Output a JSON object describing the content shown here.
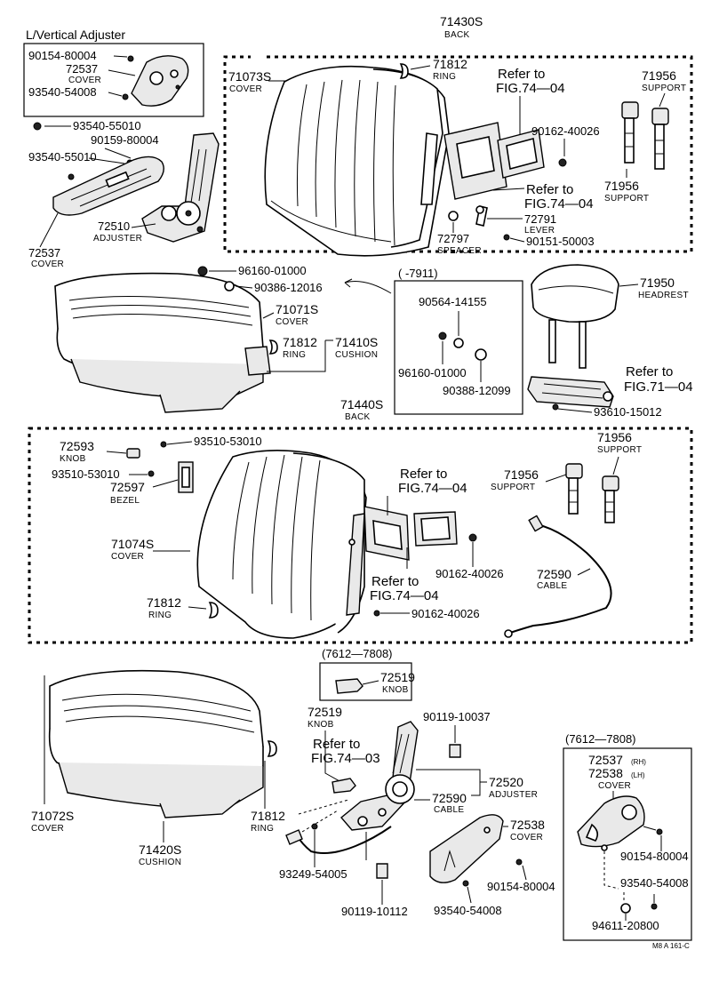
{
  "title_lv": "L/Vertical Adjuster",
  "labels": {
    "p71430s": "71430S",
    "p71430s_n": "BACK",
    "p90154_80004_a": "90154-80004",
    "p72537_a": "72537",
    "p72537_a_n": "COVER",
    "p93540_54008_a": "93540-54008",
    "p93540_55010_a": "93540-55010",
    "p90159_80004": "90159-80004",
    "p93540_55010_b": "93540-55010",
    "p72510": "72510",
    "p72510_n": "ADJUSTER",
    "p72537_b": "72537",
    "p72537_b_n": "COVER",
    "p71073s": "71073S",
    "p71073s_n": "COVER",
    "p71812_a": "71812",
    "p71812_a_n": "RING",
    "ref_74_04_a1": "Refer to",
    "ref_74_04_a2": "FIG.74—04",
    "p71956_a": "71956",
    "p71956_a_n": "SUPPORT",
    "p90162_40026_a": "90162-40026",
    "ref_74_04_b1": "Refer to",
    "ref_74_04_b2": "FIG.74—04",
    "p71956_b": "71956",
    "p71956_b_n": "SUPPORT",
    "p72791": "72791",
    "p72791_n": "LEVER",
    "p72797": "72797",
    "p72797_n": "SPEACER",
    "p90151_50003": "90151-50003",
    "p96160_01000_a": "96160-01000",
    "p90386_12016": "90386-12016",
    "range_7911": "(    -7911)",
    "p90564_14155": "90564-14155",
    "p96160_01000_b": "96160-01000",
    "p90388_12099": "90388-12099",
    "p71071s": "71071S",
    "p71071s_n": "COVER",
    "p71812_b": "71812",
    "p71812_b_n": "RING",
    "p71410s": "71410S",
    "p71410s_n": "CUSHION",
    "p71950": "71950",
    "p71950_n": "HEADREST",
    "ref_71_04_1": "Refer to",
    "ref_71_04_2": "FIG.71—04",
    "p93610_15012": "93610-15012",
    "p71440s": "71440S",
    "p71440s_n": "BACK",
    "p72593": "72593",
    "p72593_n": "KNOB",
    "p93510_53010_a": "93510-53010",
    "p93510_53010_b": "93510-53010",
    "p72597": "72597",
    "p72597_n": "BEZEL",
    "ref_74_04_c1": "Refer to",
    "ref_74_04_c2": "FIG.74—04",
    "p71956_c": "71956",
    "p71956_c_n": "SUPPORT",
    "p71956_d": "71956",
    "p71956_d_n": "SUPPORT",
    "p71074s": "71074S",
    "p71074s_n": "COVER",
    "p90162_40026_b": "90162-40026",
    "p72590_a": "72590",
    "p72590_a_n": "CABLE",
    "ref_74_04_d1": "Refer to",
    "ref_74_04_d2": "FIG.74—04",
    "p71812_c": "71812",
    "p71812_c_n": "RING",
    "p90162_40026_c": "90162-40026",
    "range_7612_a": "(7612—7808)",
    "p72519_a": "72519",
    "p72519_a_n": "KNOB",
    "p72519_b": "72519",
    "p72519_b_n": "KNOB",
    "p90119_10037": "90119-10037",
    "ref_74_03_1": "Refer to",
    "ref_74_03_2": "FIG.74—03",
    "p72520": "72520",
    "p72520_n": "ADJUSTER",
    "p72590_b": "72590",
    "p72590_b_n": "CABLE",
    "range_7612_b": "(7612—7808)",
    "p72537_rh": "72537",
    "rh": "(RH)",
    "p72538_lh": "72538",
    "lh": "(LH)",
    "p7253x_n": "COVER",
    "p72538": "72538",
    "p72538_n": "COVER",
    "p71072s": "71072S",
    "p71072s_n": "COVER",
    "p71812_d": "71812",
    "p71812_d_n": "RING",
    "p71420s": "71420S",
    "p71420s_n": "CUSHION",
    "p93249_54005": "93249-54005",
    "p90154_80004_b": "90154-80004",
    "p90154_80004_c": "90154-80004",
    "p93540_54008_b": "93540-54008",
    "p93540_54008_c": "93540-54008",
    "p90119_10112": "90119-10112",
    "p94611_20800": "94611-20800",
    "code": "M8 A 161-C"
  }
}
